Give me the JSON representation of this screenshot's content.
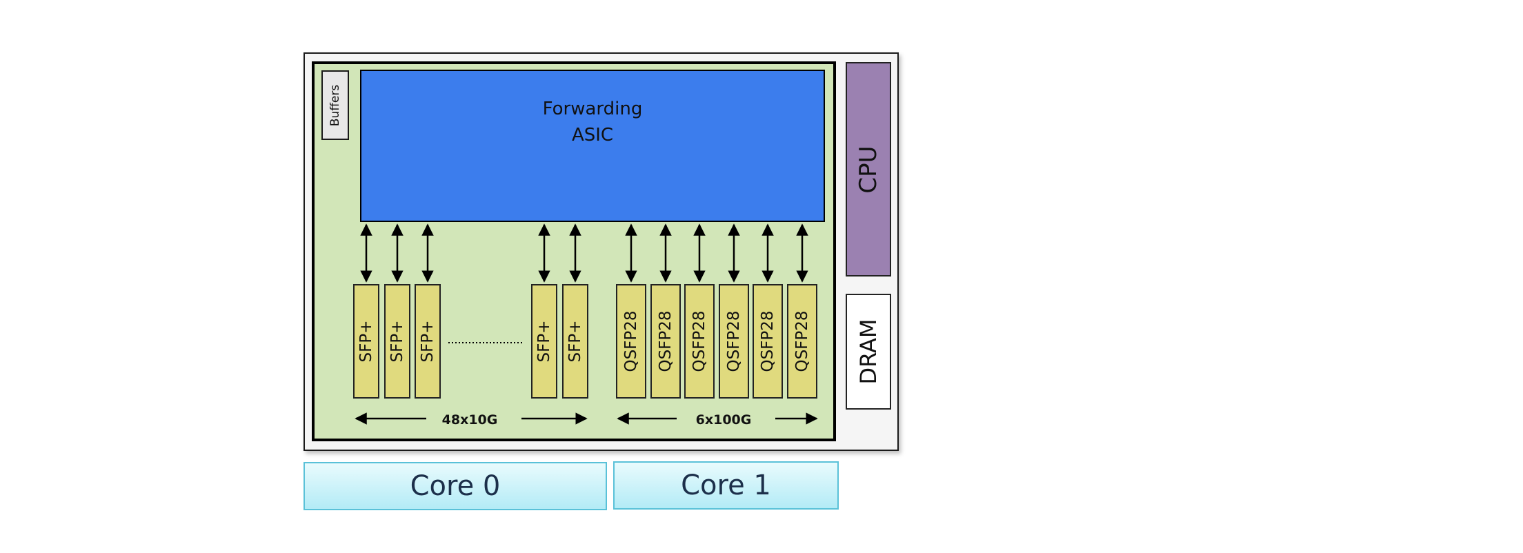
{
  "asic": {
    "line1": "Forwarding",
    "line2": "ASIC"
  },
  "buffers": {
    "label": "Buffers"
  },
  "cpu": {
    "label": "CPU"
  },
  "dram": {
    "label": "DRAM"
  },
  "ports": {
    "sfp_label": "SFP+",
    "qsfp_label": "QSFP28",
    "sfp_count_drawn": 5,
    "qsfp_count_drawn": 6
  },
  "speeds": {
    "sfp_group": "48x10G",
    "qsfp_group": "6x100G"
  },
  "cores": {
    "core0": "Core 0",
    "core1": "Core 1"
  },
  "colors": {
    "board": "#d2e6b8",
    "asic": "#3c7ded",
    "port": "#e0da7e",
    "cpu": "#9b81b1",
    "core": "#b3ebf6"
  }
}
